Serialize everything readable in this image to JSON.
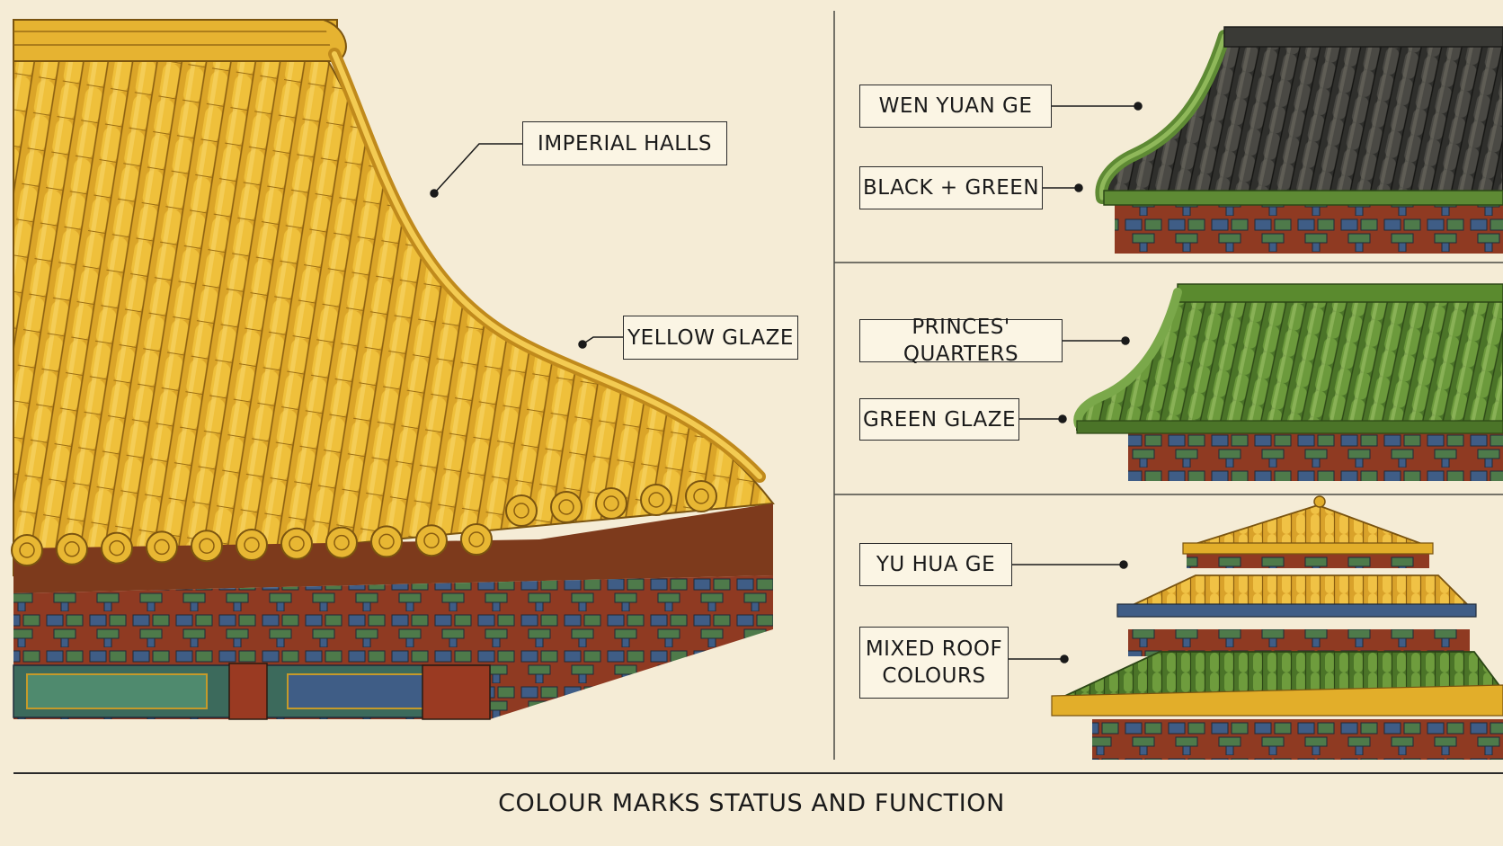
{
  "colors": {
    "paper": "#f5ecd6",
    "yellow_glaze": "#e2ae2a",
    "green_glaze": "#5e8a34",
    "black_glaze": "#3b3a36",
    "timber_red": "#9a3a22",
    "bracket_blue": "#3f5d86",
    "bracket_green": "#4e7a4a"
  },
  "panels": {
    "imperial": {
      "callouts": [
        {
          "id": "imperial-halls",
          "text": "IMPERIAL HALLS"
        },
        {
          "id": "yellow-glaze",
          "text": "YELLOW GLAZE"
        }
      ]
    },
    "wen_yuan_ge": {
      "callouts": [
        {
          "id": "wen-yuan-ge",
          "text": "WEN YUAN GE"
        },
        {
          "id": "black-green",
          "text": "BLACK + GREEN"
        }
      ]
    },
    "princes": {
      "callouts": [
        {
          "id": "princes-quarters",
          "text": "PRINCES' QUARTERS"
        },
        {
          "id": "green-glaze",
          "text": "GREEN GLAZE"
        }
      ]
    },
    "yu_hua_ge": {
      "callouts": [
        {
          "id": "yu-hua-ge",
          "text": "YU HUA GE"
        },
        {
          "id": "mixed-roof-colours",
          "text": "MIXED ROOF\nCOLOURS"
        }
      ]
    }
  },
  "caption": "COLOUR MARKS STATUS AND FUNCTION"
}
